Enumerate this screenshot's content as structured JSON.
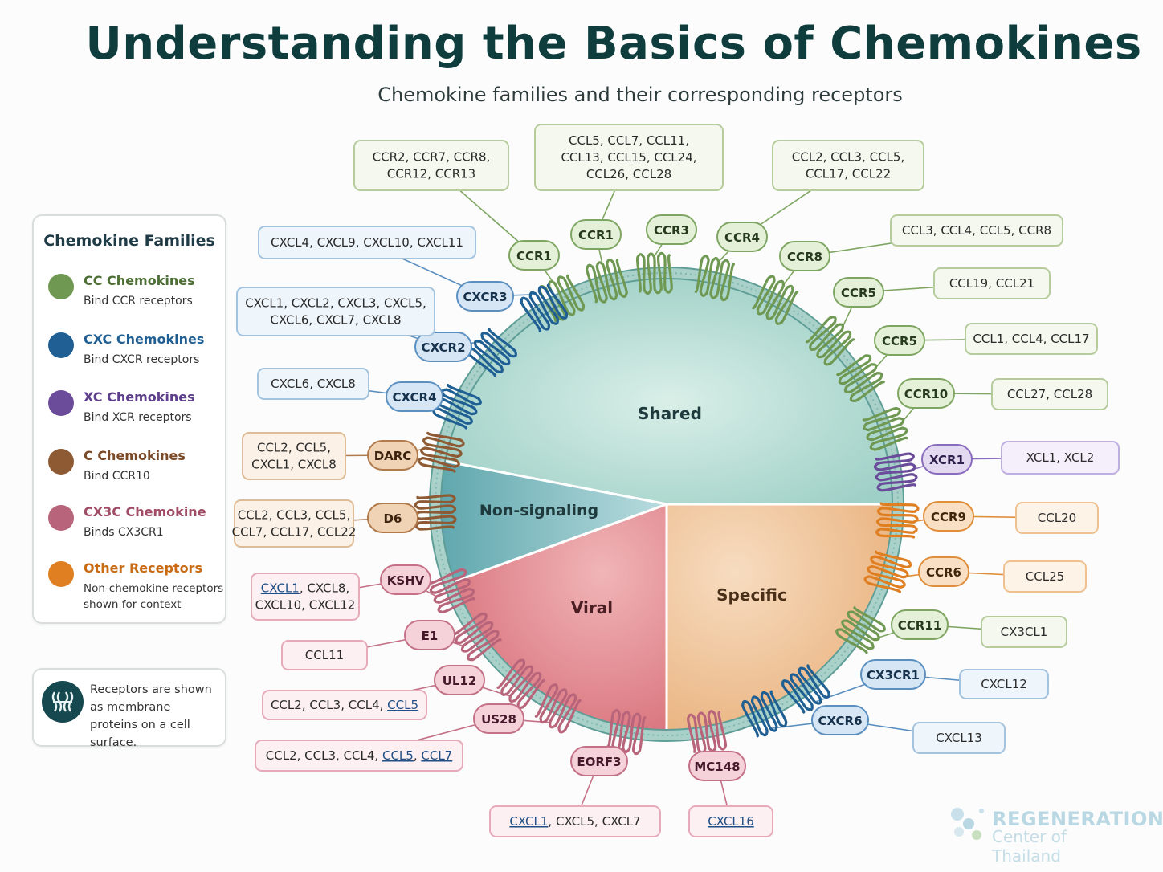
{
  "title": "Understanding the Basics of Chemokines",
  "subtitle": "Chemokine families and their corresponding receptors",
  "colors": {
    "cc": "#6f9852",
    "cxc": "#1f5f93",
    "xc": "#6a4c9a",
    "c": "#8e5a33",
    "cx3c": "#b8647a",
    "other": "#e07f22"
  },
  "legend": {
    "title": "Chemokine Families",
    "items": [
      {
        "name": "CC Chemokines",
        "desc": "Bind CCR receptors",
        "color": "#6f9852",
        "text_color": "#4d6f35"
      },
      {
        "name": "CXC Chemokines",
        "desc": "Bind CXCR receptors",
        "color": "#1f5f93",
        "text_color": "#1f5f93"
      },
      {
        "name": "XC Chemokines",
        "desc": "Bind XCR receptors",
        "color": "#6a4c9a",
        "text_color": "#5d3f8c"
      },
      {
        "name": "C Chemokines",
        "desc": "Bind CCR10",
        "color": "#8e5a33",
        "text_color": "#7a4a28"
      },
      {
        "name": "CX3C Chemokine",
        "desc": "Binds CX3CR1",
        "color": "#b8647a",
        "text_color": "#a04c66"
      },
      {
        "name": "Other Receptors",
        "desc": "Non-chemokine receptors shown for context",
        "color": "#e07f22",
        "text_color": "#c96b14"
      }
    ]
  },
  "note": {
    "text": "Receptors are shown as membrane proteins on a cell surface.",
    "icon": "receptor-icon"
  },
  "sectors": {
    "shared": "Shared",
    "nonsignaling": "Non-signaling",
    "viral": "Viral",
    "specific": "Specific"
  },
  "receptors": [
    {
      "name": "CCR1",
      "group": "cc",
      "ligands": [
        "CCR2, CCR7, CCR8,",
        "CCR12, CCR13"
      ],
      "lig_group": "cc"
    },
    {
      "name": "CCR1",
      "group": "cc",
      "ligands": [
        "CCL5, CCL7, CCL11,",
        "CCL13, CCL15, CCL24,",
        "CCL26, CCL28"
      ],
      "lig_group": "cc"
    },
    {
      "name": "CCR3",
      "group": "cc",
      "ligands": [],
      "lig_group": "cc"
    },
    {
      "name": "CCR4",
      "group": "cc",
      "ligands": [
        "CCL2, CCL3, CCL5,",
        "CCL17, CCL22"
      ],
      "lig_group": "cc"
    },
    {
      "name": "CCR8",
      "group": "cc",
      "ligands": [
        "CCL3, CCL4, CCL5, CCR8"
      ],
      "lig_group": "cc"
    },
    {
      "name": "CCR5",
      "group": "cc",
      "ligands": [
        "CCL19, CCL21"
      ],
      "lig_group": "cc"
    },
    {
      "name": "CCR5",
      "group": "cc",
      "ligands": [
        "CCL1, CCL4, CCL17"
      ],
      "lig_group": "cc"
    },
    {
      "name": "CCR10",
      "group": "cc",
      "ligands": [
        "CCL27, CCL28"
      ],
      "lig_group": "cc"
    },
    {
      "name": "XCR1",
      "group": "xc",
      "ligands": [
        "XCL1, XCL2"
      ],
      "lig_group": "xc"
    },
    {
      "name": "CCR9",
      "group": "other",
      "ligands": [
        "CCL20"
      ],
      "lig_group": "other"
    },
    {
      "name": "CCR6",
      "group": "other",
      "ligands": [
        "CCL25"
      ],
      "lig_group": "other"
    },
    {
      "name": "CCR11",
      "group": "cc",
      "ligands": [
        "CX3CL1"
      ],
      "lig_group": "cc"
    },
    {
      "name": "CX3CR1",
      "group": "cxc",
      "ligands": [
        "CXCL12"
      ],
      "lig_group": "cxc"
    },
    {
      "name": "CXCR6",
      "group": "cxc",
      "ligands": [
        "CXCL13"
      ],
      "lig_group": "cxc"
    },
    {
      "name": "MC148",
      "group": "cx3c",
      "ligands": [
        "CXCL16"
      ],
      "lig_group": "cx3c"
    },
    {
      "name": "EORF3",
      "group": "cx3c",
      "ligands": [
        "CXCL1, CXCL5, CXCL7"
      ],
      "lig_group": "cx3c"
    },
    {
      "name": "US28",
      "group": "cx3c",
      "ligands": [
        "CCL2, CCL3, CCL4, CCL5, CCL7"
      ],
      "lig_group": "cx3c"
    },
    {
      "name": "UL12",
      "group": "cx3c",
      "ligands": [
        "CCL2, CCL3, CCL4, CCL5"
      ],
      "lig_group": "cx3c"
    },
    {
      "name": "E1",
      "group": "cx3c",
      "ligands": [
        "CCL11"
      ],
      "lig_group": "cx3c"
    },
    {
      "name": "KSHV",
      "group": "cx3c",
      "ligands": [
        "CXCL1, CXCL8,",
        "CXCL10, CXCL12"
      ],
      "lig_group": "cx3c"
    },
    {
      "name": "D6",
      "group": "c",
      "ligands": [
        "CCL2, CCL3, CCL5,",
        "CCL7, CCL17, CCL22"
      ],
      "lig_group": "c"
    },
    {
      "name": "DARC",
      "group": "c",
      "ligands": [
        "CCL2, CCL5,",
        "CXCL1, CXCL8"
      ],
      "lig_group": "c"
    },
    {
      "name": "CXCR4",
      "group": "cxc",
      "ligands": [
        "CXCL6, CXCL8"
      ],
      "lig_group": "cxc"
    },
    {
      "name": "CXCR2",
      "group": "cxc",
      "ligands": [
        "CXCL1, CXCL2, CXCL3, CXCL5,",
        "CXCL6, CXCL7, CXCL8"
      ],
      "lig_group": "cxc"
    },
    {
      "name": "CXCR3",
      "group": "cxc",
      "ligands": [
        "CXCL4, CXCL9, CXCL10, CXCL11"
      ],
      "lig_group": "cxc"
    }
  ],
  "logo": {
    "line1": "REGENERATION",
    "line2": "Center of Thailand"
  }
}
